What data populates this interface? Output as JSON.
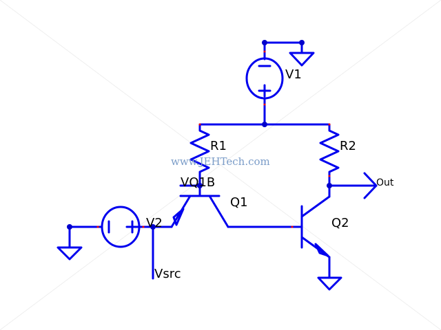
{
  "watermark": "www.JEHTech.com",
  "components": {
    "v1": "V1",
    "v2": "V2",
    "r1": "R1",
    "r2": "R2",
    "q1": "Q1",
    "q2": "Q2"
  },
  "nets": {
    "vq1b": "VQ1B",
    "vsrc": "Vsrc",
    "out": "Out"
  },
  "colors": {
    "wire": "#0000ee",
    "node": "#0000cc",
    "pin": "#ee0000",
    "watermark": "#7a9cc8"
  }
}
